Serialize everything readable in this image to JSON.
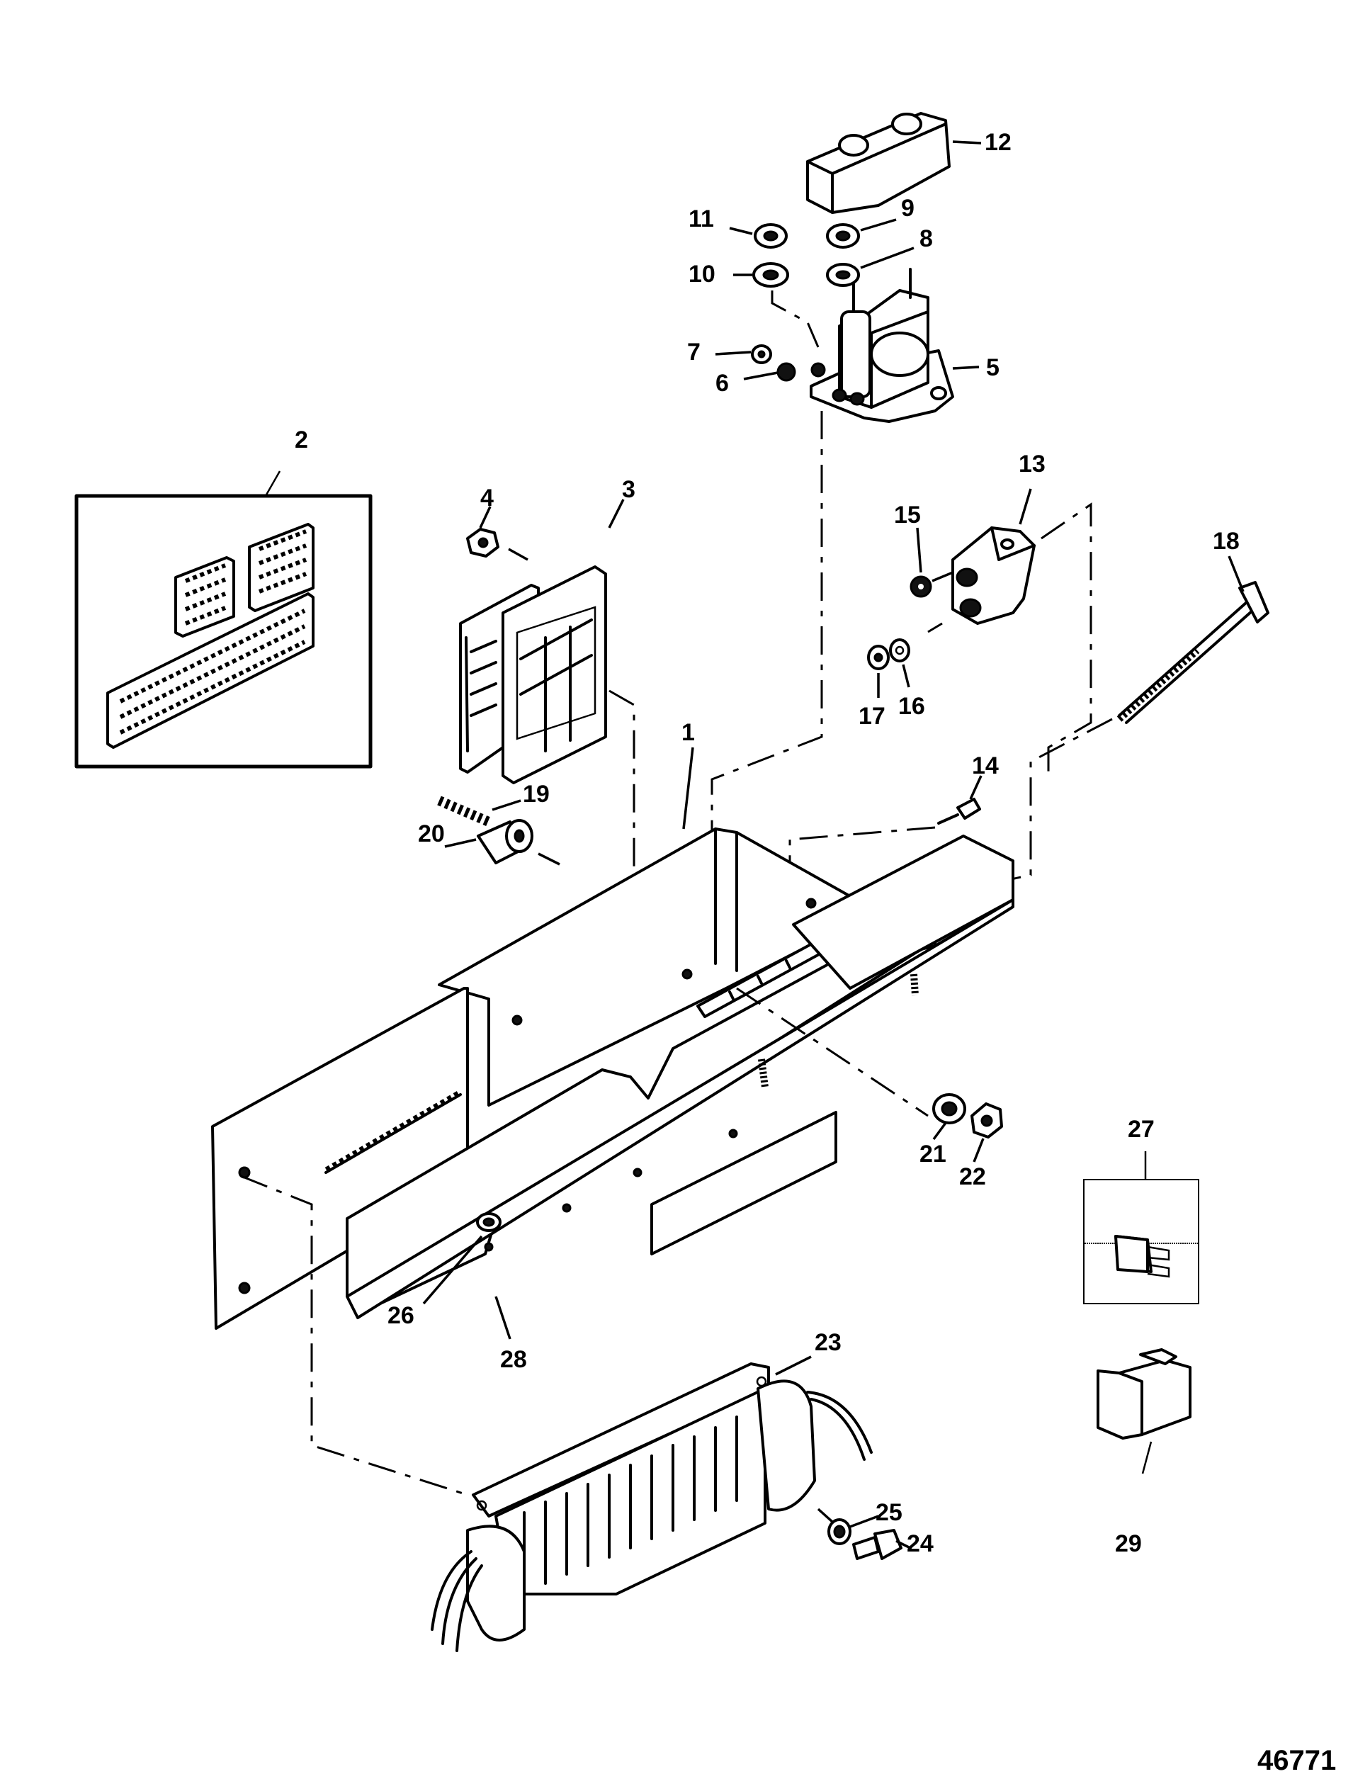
{
  "diagram": {
    "type": "exploded-parts-view",
    "figure_number": "46771",
    "callouts": [
      {
        "id": "1",
        "label": "1"
      },
      {
        "id": "2",
        "label": "2"
      },
      {
        "id": "3",
        "label": "3"
      },
      {
        "id": "4",
        "label": "4"
      },
      {
        "id": "5",
        "label": "5"
      },
      {
        "id": "6",
        "label": "6"
      },
      {
        "id": "7",
        "label": "7"
      },
      {
        "id": "8",
        "label": "8"
      },
      {
        "id": "9",
        "label": "9"
      },
      {
        "id": "10",
        "label": "10"
      },
      {
        "id": "11",
        "label": "11"
      },
      {
        "id": "12",
        "label": "12"
      },
      {
        "id": "13",
        "label": "13"
      },
      {
        "id": "14",
        "label": "14"
      },
      {
        "id": "15",
        "label": "15"
      },
      {
        "id": "16",
        "label": "16"
      },
      {
        "id": "17",
        "label": "17"
      },
      {
        "id": "18",
        "label": "18"
      },
      {
        "id": "19",
        "label": "19"
      },
      {
        "id": "20",
        "label": "20"
      },
      {
        "id": "21",
        "label": "21"
      },
      {
        "id": "22",
        "label": "22"
      },
      {
        "id": "23",
        "label": "23"
      },
      {
        "id": "24",
        "label": "24"
      },
      {
        "id": "25",
        "label": "25"
      },
      {
        "id": "26",
        "label": "26"
      },
      {
        "id": "27",
        "label": "27"
      },
      {
        "id": "28",
        "label": "28"
      },
      {
        "id": "29",
        "label": "29"
      }
    ],
    "parts": {
      "bracket_tray": "1",
      "decal_set_boxed": "2",
      "connector_module": "3",
      "nut": "4",
      "solenoid": "5",
      "terminal_cover": "12",
      "circuit_breaker": "13",
      "long_screw": "18",
      "voltage_regulator_module": "23",
      "fuse_boxed": "27",
      "lower_bracket": "28",
      "relay": "29"
    },
    "colors": {
      "ink": "#000000",
      "paper": "#ffffff"
    }
  }
}
